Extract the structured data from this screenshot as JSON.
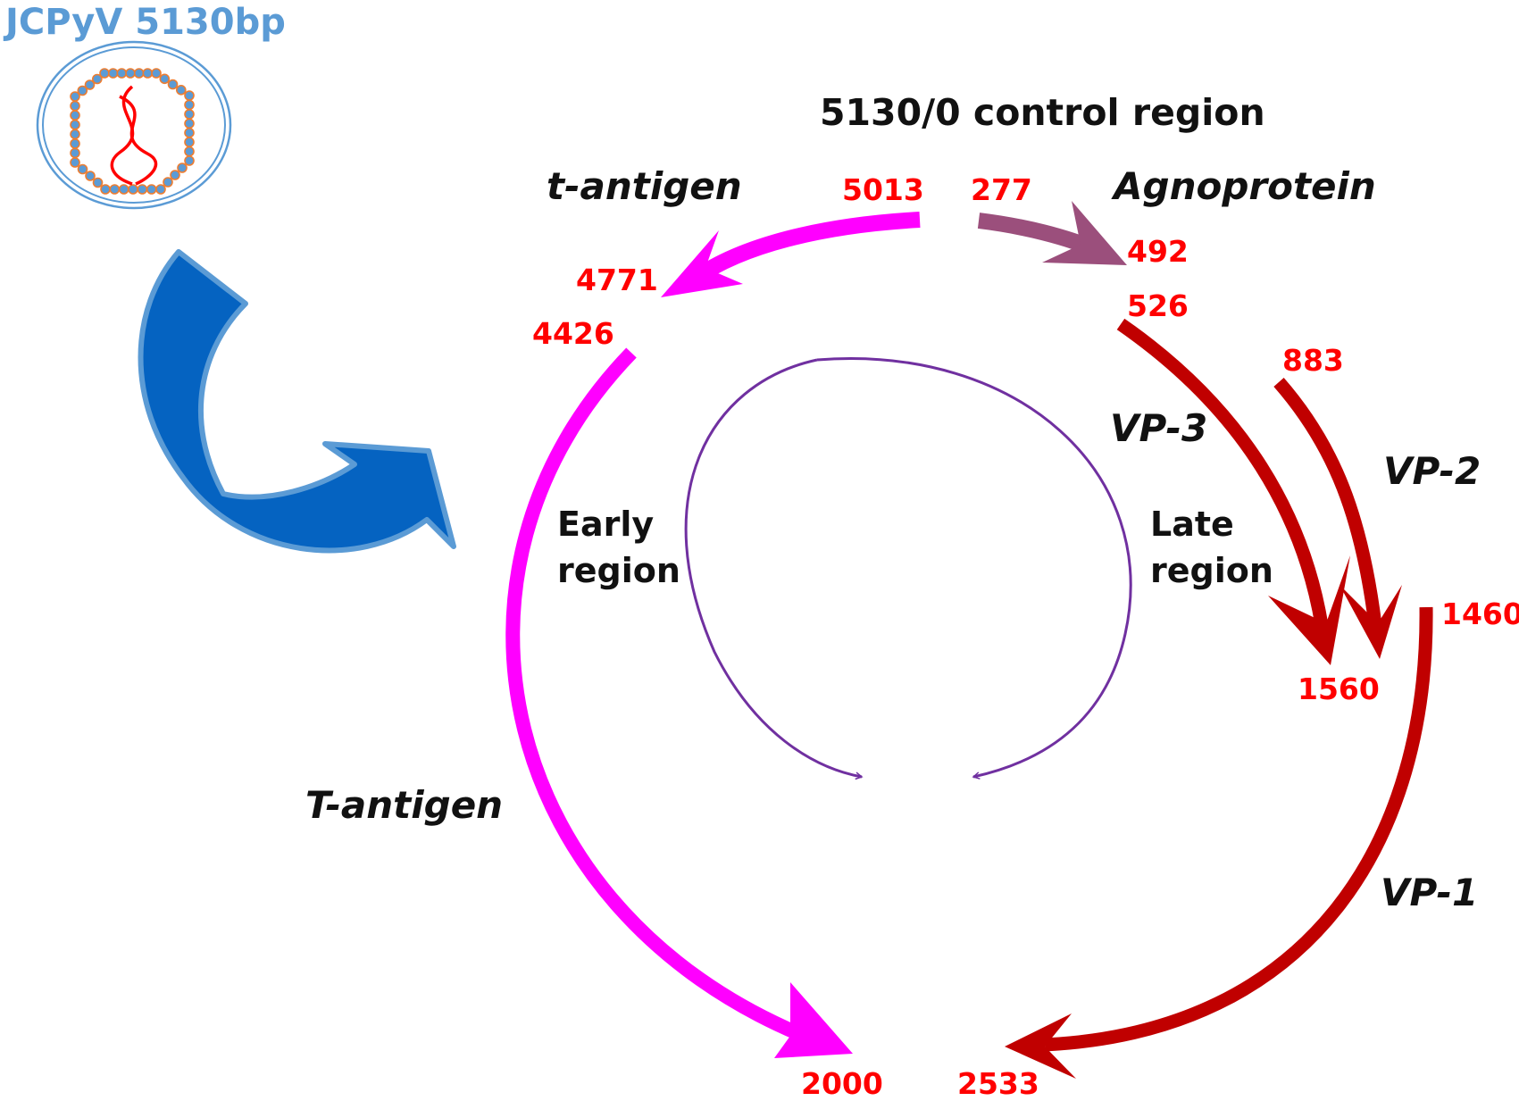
{
  "title": "JCPyV 5130bp",
  "control_region": "5130/0 control region",
  "genes": {
    "t_antigen": "t-antigen",
    "agnoprotein": "Agnoprotein",
    "vp3": "VP-3",
    "vp2": "VP-2",
    "vp1": "VP-1",
    "T_antigen": "T-antigen"
  },
  "regions": {
    "early_line1": "Early",
    "early_line2": "region",
    "late_line1": "Late",
    "late_line2": "region"
  },
  "positions": {
    "p5013": "5013",
    "p277": "277",
    "p492": "492",
    "p4771": "4771",
    "p526": "526",
    "p4426": "4426",
    "p883": "883",
    "p1460": "1460",
    "p1560": "1560",
    "p2000": "2000",
    "p2533": "2533"
  },
  "colors": {
    "title": "#5b9bd5",
    "early": "#ff00ff",
    "agno": "#9b4f7c",
    "late": "#c00000",
    "inner": "#7030a0",
    "blue_arrow": "#0563c1",
    "position_text": "#ff0000",
    "virion_outline": "#5b9bd5",
    "capsomer": "#5b9bd5",
    "capsomer_edge": "#ed7d31",
    "dna": "#ff0000"
  }
}
